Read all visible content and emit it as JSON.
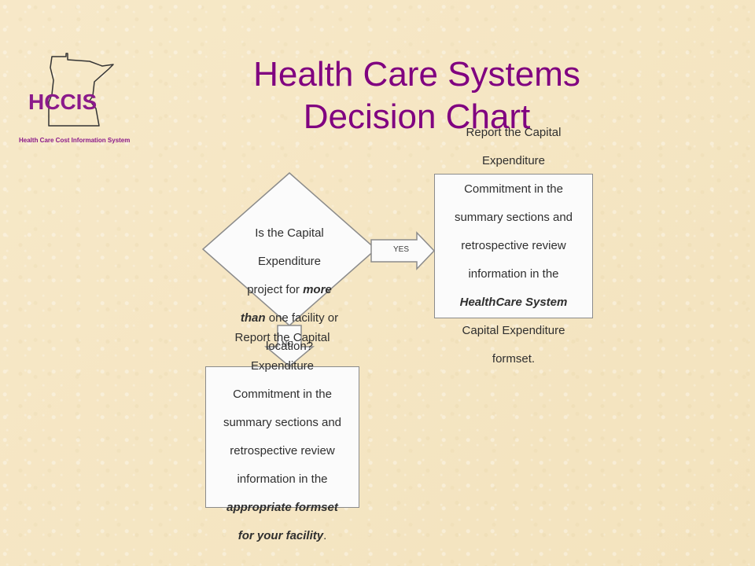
{
  "title": {
    "line1": "Health Care Systems",
    "line2": "Decision Chart"
  },
  "logo": {
    "acronym": "HCCIS",
    "tagline": "Health Care Cost Information System",
    "icon": "minnesota-outline-icon",
    "color": "#8B1A8B"
  },
  "diagram": {
    "decision": {
      "line1": "Is the Capital",
      "line2": "Expenditure",
      "line3_prefix": "project for ",
      "line3_emphasis": "more",
      "line4_emphasis": "than",
      "line4_suffix": " one facility or",
      "line5": "location?"
    },
    "yes_label": "YES",
    "no_label": "NO",
    "yes_result": {
      "line1": "Report the Capital",
      "line2": "Expenditure",
      "line3": "Commitment in the",
      "line4": "summary sections and",
      "line5": "retrospective review",
      "line6": "information in the",
      "line7": "HealthCare System",
      "line8": "Capital Expenditure",
      "line9": "formset."
    },
    "no_result": {
      "line1": "Report the Capital",
      "line2": "Expenditure",
      "line3": "Commitment in the",
      "line4": "summary sections and",
      "line5": "retrospective review",
      "line6": "information in the",
      "line7": "appropriate formset",
      "line8": "for your facility",
      "line9": "."
    }
  },
  "colors": {
    "title": "#800080",
    "background": "#F6E6C2",
    "shape_stroke": "#8B8B8B",
    "box_fill": "#FBFBFB",
    "text": "#2F2F2F"
  }
}
